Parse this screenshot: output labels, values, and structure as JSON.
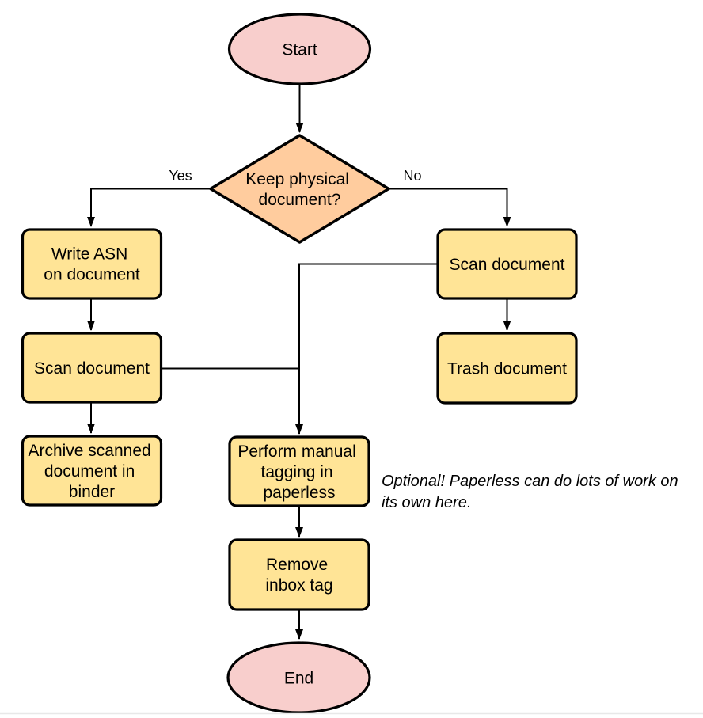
{
  "diagram": {
    "type": "flowchart",
    "colors": {
      "terminal_fill": "#f8cecc",
      "decision_fill": "#ffcc9e",
      "process_fill": "#ffe496",
      "stroke": "#000000",
      "connector": "#000000",
      "footer_divider": "#e8e8e8"
    },
    "nodes": {
      "start": {
        "shape": "ellipse",
        "label": "Start"
      },
      "decision": {
        "shape": "diamond",
        "lines": [
          "Keep physical",
          "document?"
        ]
      },
      "write_asn": {
        "shape": "rect",
        "lines": [
          "Write ASN",
          "on document"
        ]
      },
      "scan_left": {
        "shape": "rect",
        "lines": [
          "Scan document"
        ]
      },
      "archive": {
        "shape": "rect",
        "lines": [
          "Archive scanned",
          "document in",
          "binder"
        ]
      },
      "scan_right": {
        "shape": "rect",
        "lines": [
          "Scan document"
        ]
      },
      "trash": {
        "shape": "rect",
        "lines": [
          "Trash document"
        ]
      },
      "tagging": {
        "shape": "rect",
        "lines": [
          "Perform manual",
          "tagging in",
          "paperless"
        ]
      },
      "remove_inbox": {
        "shape": "rect",
        "lines": [
          "Remove",
          "inbox tag"
        ]
      },
      "end": {
        "shape": "ellipse",
        "label": "End"
      }
    },
    "edge_labels": {
      "yes": "Yes",
      "no": "No"
    },
    "annotation": {
      "lines": [
        "Optional! Paperless can do lots of work on",
        "its own here."
      ]
    }
  }
}
